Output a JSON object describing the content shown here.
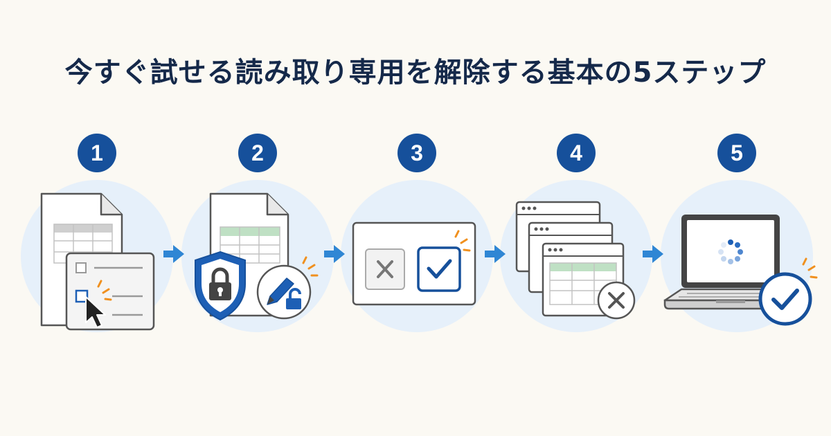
{
  "title": "今すぐ試せる読み取り専用を解除する基本の5ステップ",
  "steps": [
    {
      "number": "1"
    },
    {
      "number": "2"
    },
    {
      "number": "3"
    },
    {
      "number": "4"
    },
    {
      "number": "5"
    }
  ],
  "colors": {
    "background": "#fbf9f3",
    "title": "#15294a",
    "badge": "#16509b",
    "disc": "#e6f0fa",
    "arrow": "#2f86d4",
    "accent": "#f0901e",
    "sheet_highlight": "#bfe0c4"
  }
}
